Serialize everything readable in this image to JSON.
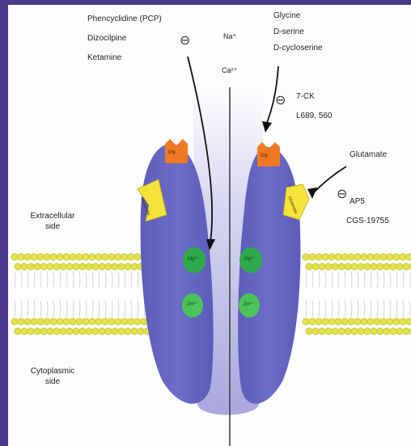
{
  "labels": {
    "blockers_left": [
      "Phencyclidine (PCP)",
      "Dizocilpine",
      "Ketamine"
    ],
    "ion_na": "Na⁺",
    "ion_ca": "Ca²⁺",
    "glycine_site": [
      "Glycine",
      "D-serine",
      "D-cycloserine"
    ],
    "glycine_antagonists": [
      "7-CK",
      "L689, 560"
    ],
    "glutamate": "Glutamate",
    "glutamate_antagonists": [
      "AP5",
      "CGS-19755"
    ],
    "extracellular": [
      "Extracellular",
      "side"
    ],
    "cytoplasmic": [
      "Cytoplasmic",
      "side"
    ],
    "inhibit_symbol": "⊖",
    "gly_box": "Gly",
    "glu_box": "Glutamate",
    "mg_site": "Mg²⁺",
    "zn_site": "Zn²⁺"
  },
  "colors": {
    "frame": "#4b3a8c",
    "subunit": "#6366c2",
    "pore": "#c8c7ec",
    "lipid_head": "#e2e24a",
    "gly_site": "#f07a24",
    "glu_site": "#f5e23b",
    "channel_site": "#2eaa4a"
  }
}
